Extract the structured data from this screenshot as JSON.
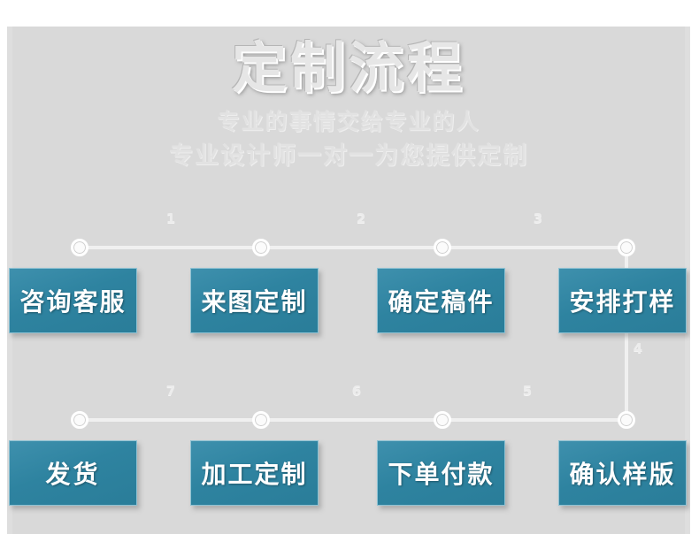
{
  "header": {
    "title": "定制流程",
    "subtitle_1": "专业的事情交给专业的人",
    "subtitle_2": "专业设计师一对一为您提供定制"
  },
  "colors": {
    "page_background": "#ffffff",
    "panel_background": "#d9d9d9",
    "box_teal": "#2e83a0",
    "box_teal_light": "#3e90ad",
    "box_border": "#8fc2d3",
    "rail": "#f0f0f0",
    "title_text": "#e6e6e6",
    "box_text": "#ffffff",
    "step_number": "#ececec"
  },
  "flow": {
    "row_1": [
      {
        "id": "step-1",
        "label": "咨询客服"
      },
      {
        "id": "step-2",
        "label": "来图定制"
      },
      {
        "id": "step-3",
        "label": "确定稿件"
      },
      {
        "id": "step-4",
        "label": "安排打样"
      }
    ],
    "row_2": [
      {
        "id": "step-8",
        "label": "发货"
      },
      {
        "id": "step-7",
        "label": "加工定制"
      },
      {
        "id": "step-6",
        "label": "下单付款"
      },
      {
        "id": "step-5",
        "label": "确认样版"
      }
    ],
    "connector_numbers": {
      "row1_a": "1",
      "row1_b": "2",
      "row1_c": "3",
      "vertical": "4",
      "row2_c": "5",
      "row2_b": "6",
      "row2_a": "7"
    }
  }
}
